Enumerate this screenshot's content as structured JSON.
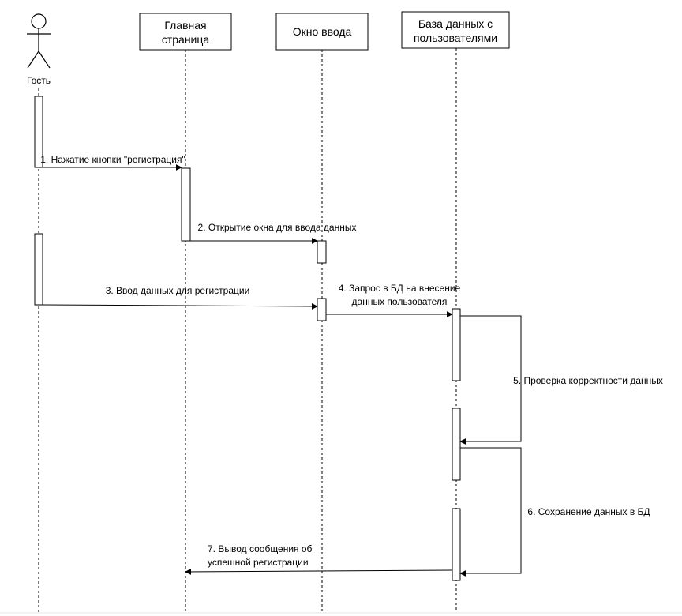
{
  "participants": {
    "guest": {
      "label": "Гость"
    },
    "main_page": {
      "label_line1": "Главная",
      "label_line2": "страница"
    },
    "input_window": {
      "label": "Окно ввода"
    },
    "user_db": {
      "label_line1": "База данных с",
      "label_line2": "пользователями"
    }
  },
  "messages": {
    "m1": {
      "label": "1. Нажатие кнопки \"регистрация\""
    },
    "m2": {
      "label": "2. Открытие окна для ввода данных"
    },
    "m3": {
      "label": "3. Ввод данных для регистрации"
    },
    "m4": {
      "label_line1": "4. Запрос в БД на внесение",
      "label_line2": "данных пользователя"
    },
    "m5": {
      "label": "5. Проверка корректности данных"
    },
    "m6": {
      "label": "6. Сохранение данных в БД"
    },
    "m7": {
      "label_line1": "7. Вывод сообщения об",
      "label_line2": "успешной регистрации"
    }
  }
}
